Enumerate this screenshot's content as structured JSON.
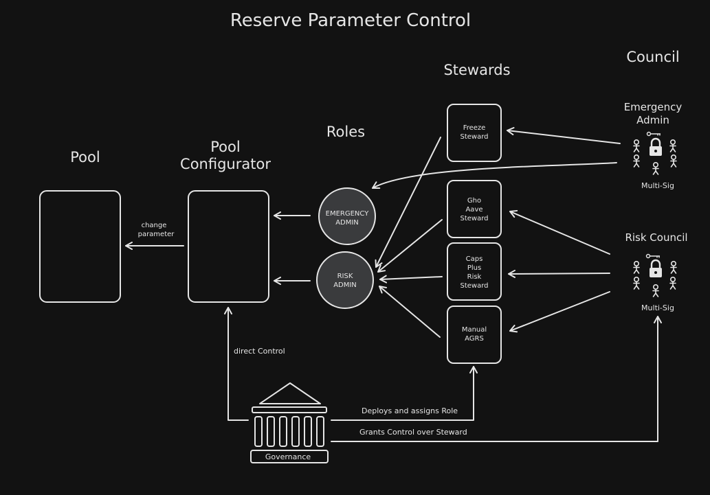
{
  "title": "Reserve Parameter Control",
  "headers": {
    "pool": "Pool",
    "pool_configurator_1": "Pool",
    "pool_configurator_2": "Configurator",
    "roles": "Roles",
    "stewards": "Stewards",
    "council": "Council"
  },
  "roles": {
    "emergency_1": "EMERGENCY",
    "emergency_2": "ADMIN",
    "risk_1": "RISK",
    "risk_2": "ADMIN"
  },
  "stewards": {
    "freeze": [
      "Freeze",
      "Steward"
    ],
    "gho": [
      "Gho",
      "Aave",
      "Steward"
    ],
    "caps": [
      "Caps",
      "Plus",
      "Risk",
      "Steward"
    ],
    "manual": [
      "Manual",
      "AGRS"
    ]
  },
  "council": {
    "emergency_title_1": "Emergency",
    "emergency_title_2": "Admin",
    "emergency_sig": "Multi-Sig",
    "risk_title": "Risk Council",
    "risk_sig": "Multi-Sig"
  },
  "edges": {
    "change_1": "change",
    "change_2": "parameter",
    "direct": "direct Control",
    "deploys": "Deploys and assigns Role",
    "grants": "Grants Control over Steward"
  },
  "governance": "Governance"
}
